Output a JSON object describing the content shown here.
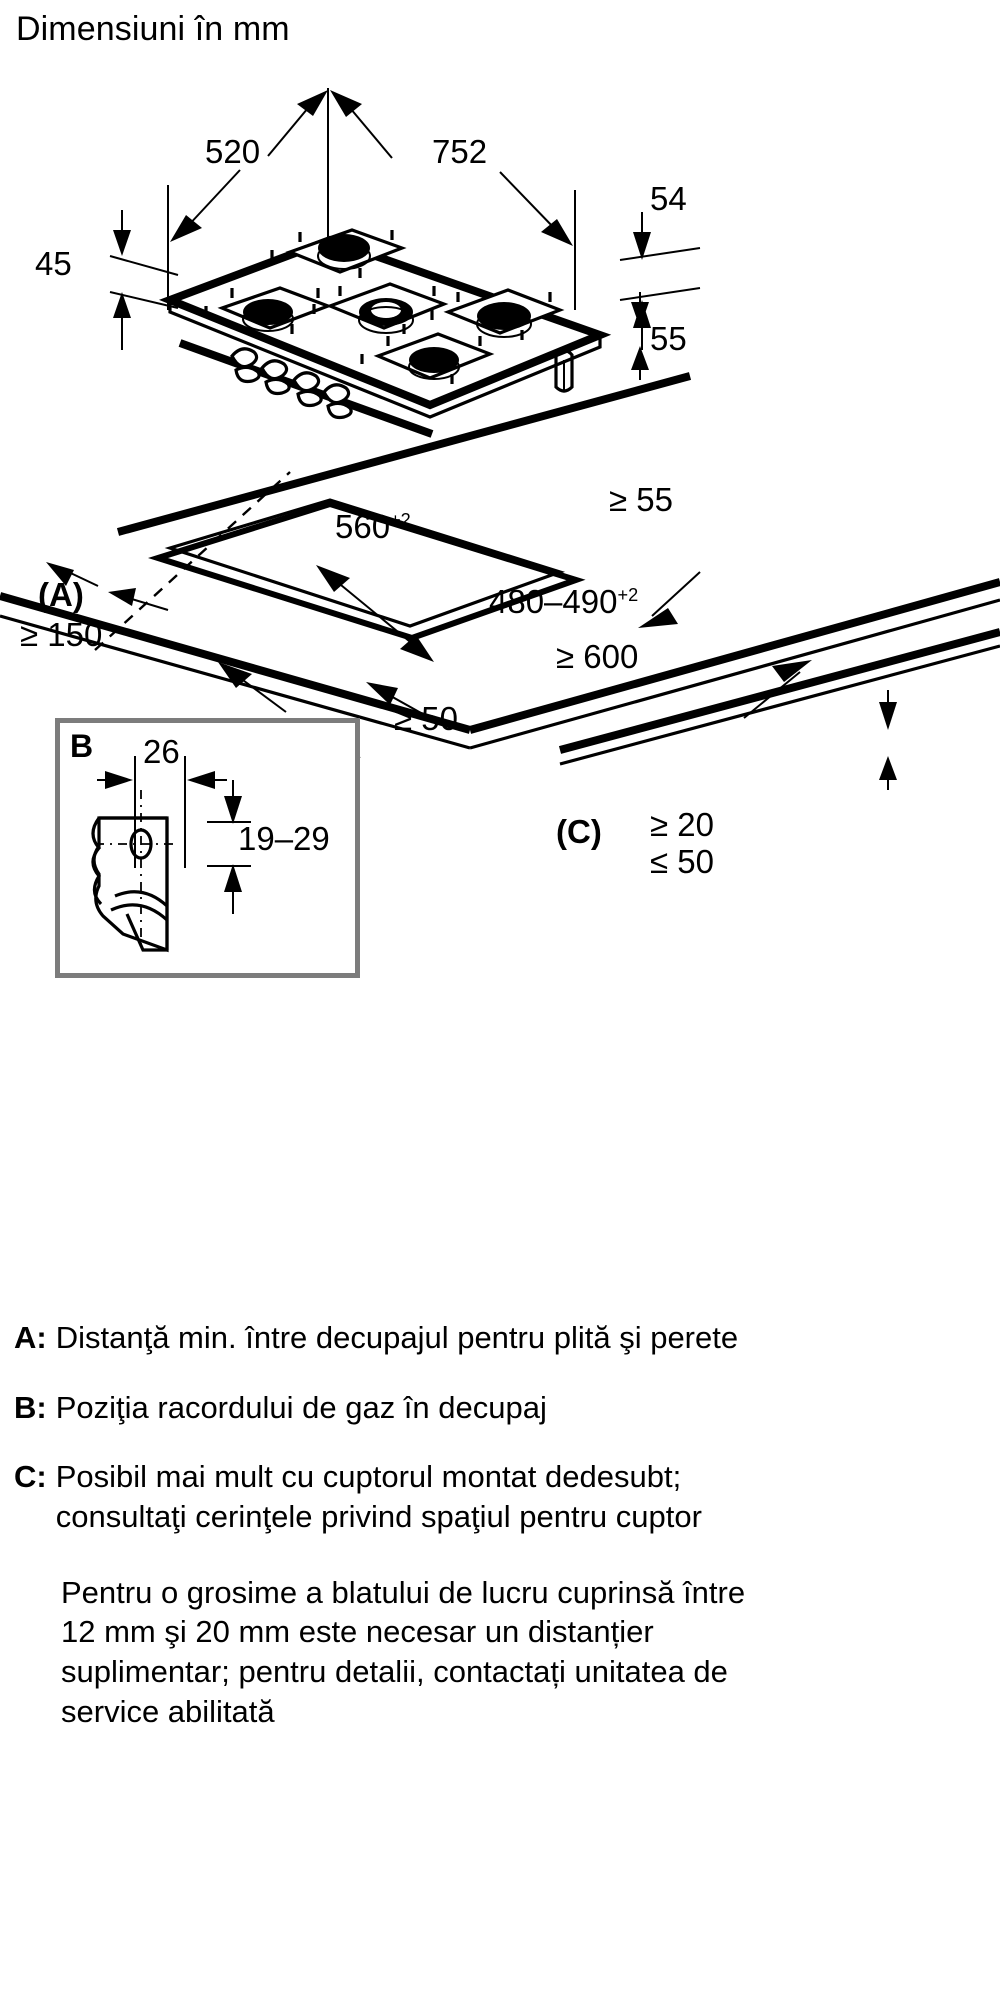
{
  "title": "Dimensiuni în mm",
  "hob_view": {
    "dim_width_top": "520",
    "dim_depth_top": "752",
    "dim_left_height": "45",
    "dim_right_upper": "54",
    "dim_right_lower": "55"
  },
  "cutout_view": {
    "dim_cutout_width": "560",
    "dim_cutout_width_tol": "+2",
    "dim_cutout_depth": "480–490",
    "dim_cutout_depth_tol": "+2",
    "dim_min_rear": "≥ 55",
    "dim_min_worktop_depth": "≥ 600",
    "dim_min_front": "≥ 50",
    "label_a": "(A)",
    "dim_a_value": "≥ 150",
    "label_c": "(C)",
    "dim_c_min": "≥ 20",
    "dim_c_max": "≤ 50"
  },
  "b_inset": {
    "label": "B",
    "dim_horizontal": "26",
    "dim_vertical": "19–29"
  },
  "legend": {
    "items": [
      {
        "key": "A:",
        "text": "Distanţă min. între decupajul pentru plită şi perete"
      },
      {
        "key": "B:",
        "text": "Poziţia racordului de gaz în decupaj"
      },
      {
        "key": "C:",
        "text": "Posibil mai mult cu cuptorul montat dedesubt; consultaţi cerinţele privind spaţiul pentru cuptor"
      }
    ],
    "note": "Pentru o grosime a blatului de lucru cuprinsă între 12 mm şi 20 mm este necesar un distanțier suplimentar; pentru detalii, contactați unitatea de service abilitată"
  },
  "colors": {
    "line": "#000000",
    "inset_border": "#7c7c7c",
    "background": "#ffffff"
  }
}
